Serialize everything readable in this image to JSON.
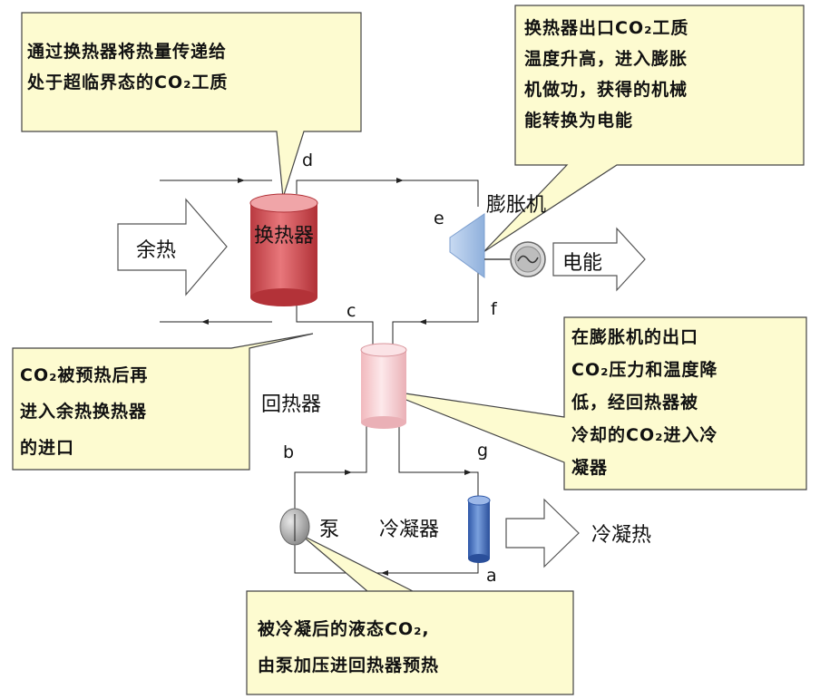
{
  "callouts": {
    "heat_transfer": {
      "line1": "通过换热器将热量传递给",
      "line2": "处于超临界态的CO₂工质"
    },
    "expander_in": {
      "line1": "换热器出口CO₂工质",
      "line2": "温度升高，进入膨胀",
      "line3": "机做功，获得的机械",
      "line4": "能转换为电能"
    },
    "preheat": {
      "line1": "CO₂被预热后再",
      "line2": "进入余热换热器",
      "line3": "的进口"
    },
    "expander_out": {
      "line1": "在膨胀机的出口",
      "line2": "CO₂压力和温度降",
      "line3": "低，经回热器被",
      "line4": "冷却的CO₂进入冷",
      "line5": "凝器"
    },
    "pump": {
      "line1": "被冷凝后的液态CO₂,",
      "line2": "由泵加压进回热器预热"
    }
  },
  "components": {
    "heat_exchanger": "换热器",
    "expander": "膨胀机",
    "recuperator": "回热器",
    "pump": "泵",
    "condenser": "冷凝器"
  },
  "arrows": {
    "waste_heat": "余热",
    "electricity": "电能",
    "condensation_heat": "冷凝热"
  },
  "points": {
    "a": "a",
    "b": "b",
    "c": "c",
    "d": "d",
    "e": "e",
    "f": "f",
    "g": "g"
  },
  "colors": {
    "callout_fill": "#fdfbd0",
    "heat_exchanger": "#d9545a",
    "recuperator": "#f6c8cc",
    "condenser": "#4a72c4",
    "expander": "#a9c3e6"
  }
}
